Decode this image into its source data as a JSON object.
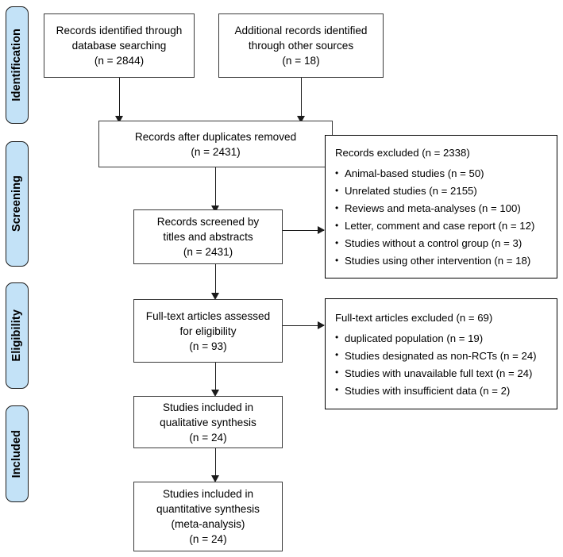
{
  "diagram": {
    "title": "PRISMA study selection flow diagram",
    "accent_color": "#c3e2f7",
    "border_color": "#1b1b1b",
    "background_color": "#ffffff"
  },
  "stages": [
    {
      "id": "identification",
      "label": "Identification"
    },
    {
      "id": "screening",
      "label": "Screening"
    },
    {
      "id": "eligibility",
      "label": "Eligibility"
    },
    {
      "id": "included",
      "label": "Included"
    }
  ],
  "boxes": {
    "database_records": {
      "line1": "Records identified through",
      "line2": "database searching",
      "count": "(n = 2844)"
    },
    "other_records": {
      "line1": "Additional records identified",
      "line2": "through other sources",
      "count": "(n = 18)"
    },
    "after_duplicates": {
      "line1": "Records after duplicates removed",
      "count": "(n = 2431)"
    },
    "screened": {
      "line1": "Records screened by",
      "line2": "titles and abstracts",
      "count": "(n = 2431)"
    },
    "full_text_assessed": {
      "line1": "Full-text articles assessed",
      "line2": "for eligibility",
      "count": "(n = 93)"
    },
    "qualitative": {
      "line1": "Studies included in",
      "line2": "qualitative synthesis",
      "count": "(n = 24)"
    },
    "quantitative": {
      "line1": "Studies included in",
      "line2": "quantitative synthesis",
      "line3": "(meta-analysis)",
      "count": "(n = 24)"
    }
  },
  "exclusions": {
    "records_excluded": {
      "title": "Records excluded (n = 2338)",
      "items": [
        "Animal-based studies (n = 50)",
        "Unrelated studies (n = 2155)",
        "Reviews and meta-analyses (n = 100)",
        "Letter, comment and case report (n = 12)",
        "Studies without a control group (n = 3)",
        "Studies using other intervention (n = 18)"
      ]
    },
    "fulltext_excluded": {
      "title": "Full-text articles excluded (n = 69)",
      "items": [
        "duplicated population (n = 19)",
        "Studies designated as non-RCTs (n = 24)",
        "Studies with unavailable full text (n = 24)",
        "Studies with insufficient data (n = 2)"
      ]
    }
  }
}
